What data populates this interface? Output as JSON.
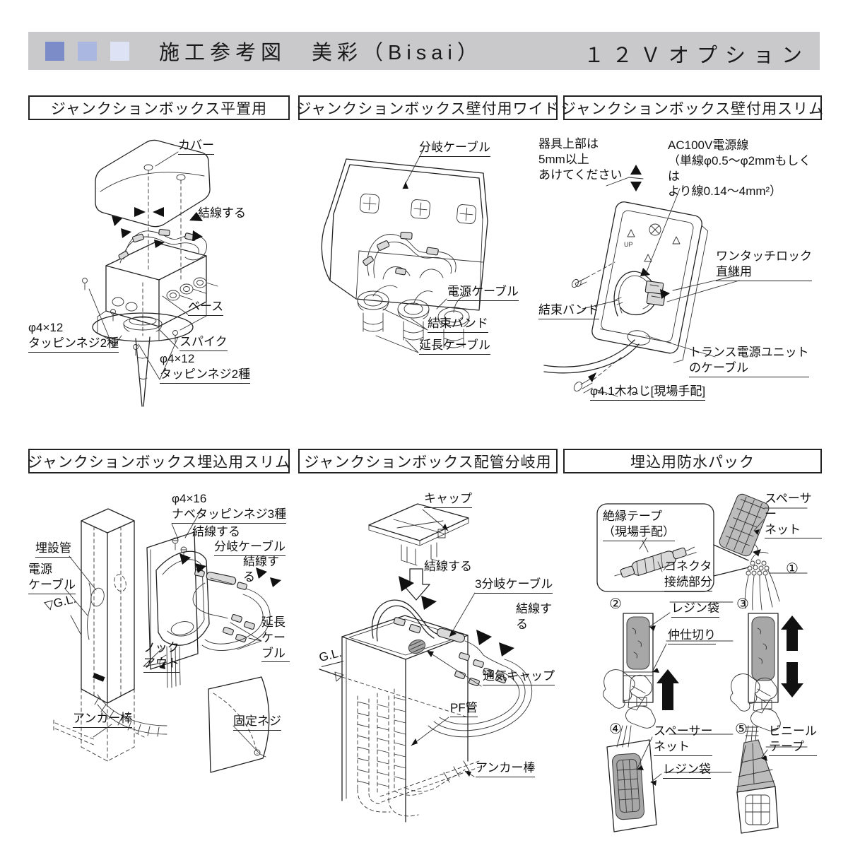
{
  "header": {
    "title": "施工参考図　美彩（Bisai）",
    "right": "１２Ｖオプション",
    "bar_color": "#c9c9cb",
    "squares": [
      "#7b8cc8",
      "#aab7e0",
      "#dde3f5"
    ]
  },
  "panels": [
    {
      "title": "ジャンクションボックス平置用",
      "labels": {
        "cover": "カバー",
        "connect": "結線する",
        "base": "ベース",
        "screw_left": "φ4×12\nタッピンネジ2種",
        "spike": "スパイク",
        "screw_right": "φ4×12\nタッピンネジ2種"
      }
    },
    {
      "title": "ジャンクションボックス壁付用ワイド",
      "labels": {
        "branch_cable": "分岐ケーブル",
        "power_cable": "電源ケーブル",
        "cable_tie": "結束バンド",
        "ext_cable": "延長ケーブル"
      }
    },
    {
      "title": "ジャンクションボックス壁付用スリム",
      "labels": {
        "gap_note": "器具上部は\n5mm以上\nあけてください",
        "ac_note": "AC100V電源線\n（単線φ0.5～φ2mmもしくは\nより線0.14～4mm²）",
        "onetouch": "ワンタッチロック\n直継用",
        "cable_tie": "結束バンド",
        "trans_cable": "トランス電源ユニット\nのケーブル",
        "wood_screw": "φ4.1木ねじ[現場手配]"
      }
    },
    {
      "title": "ジャンクションボックス埋込用スリム",
      "labels": {
        "screw": "φ4×16\nナベタッピンネジ3種",
        "connect1": "結線する",
        "branch_cable": "分岐ケーブル",
        "connect2": "結線する",
        "buried_pipe": "埋設管",
        "power_cable": "電源\nケーブル",
        "gl": "▽G.L.",
        "ext_cable": "延長\nケーブル",
        "knockout": "ノック\nアウト",
        "anchor": "アンカー棒",
        "fix_screw": "固定ネジ"
      }
    },
    {
      "title": "ジャンクションボックス配管分岐用",
      "labels": {
        "cap": "キャップ",
        "connect1": "結線する",
        "branch3_cable": "3分岐ケーブル",
        "connect2": "結線する",
        "gl": "G.L.",
        "vent_cap": "通気キャップ",
        "pf_pipe": "PF管",
        "anchor": "アンカー棒"
      }
    },
    {
      "title": "埋込用防水パック",
      "labels": {
        "insulation_tape": "絶縁テープ\n（現場手配）",
        "connector": "コネクタ\n接続部分",
        "spacer_net1": "スペーサー\nネット",
        "step1": "①",
        "step2": "②",
        "resin_bag1": "レジン袋",
        "divider": "仲仕切り",
        "step3": "③",
        "step4": "④",
        "spacer_net2": "スペーサー\nネット",
        "resin_bag2": "レジン袋",
        "step5": "⑤",
        "vinyl_tape": "ビニール\nテープ"
      }
    }
  ]
}
